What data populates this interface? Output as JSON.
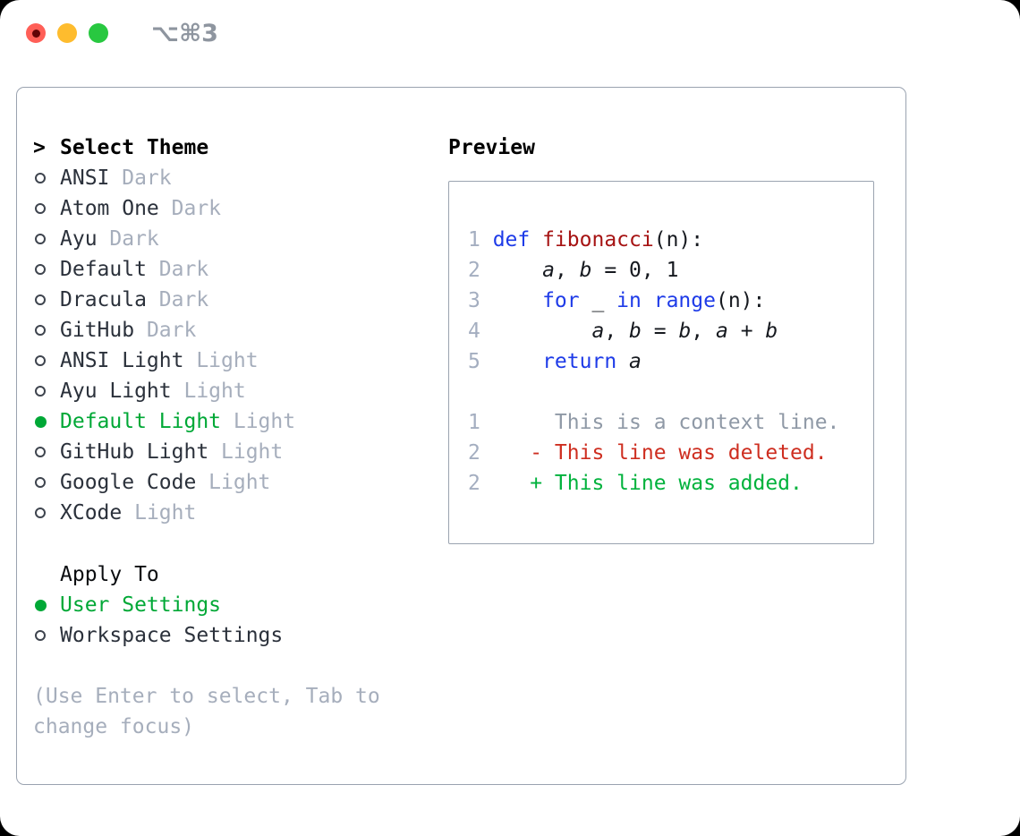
{
  "window": {
    "title": "⌥⌘3",
    "traffic_lights": {
      "close": "close",
      "minimize": "minimize",
      "zoom": "zoom",
      "close_has_dot": true
    }
  },
  "theme_picker": {
    "header_prefix": ">",
    "header": "Select Theme",
    "items": [
      {
        "name": "ANSI",
        "variant": "Dark",
        "selected": false
      },
      {
        "name": "Atom One",
        "variant": "Dark",
        "selected": false
      },
      {
        "name": "Ayu",
        "variant": "Dark",
        "selected": false
      },
      {
        "name": "Default",
        "variant": "Dark",
        "selected": false
      },
      {
        "name": "Dracula",
        "variant": "Dark",
        "selected": false
      },
      {
        "name": "GitHub",
        "variant": "Dark",
        "selected": false
      },
      {
        "name": "ANSI Light",
        "variant": "Light",
        "selected": false
      },
      {
        "name": "Ayu Light",
        "variant": "Light",
        "selected": false
      },
      {
        "name": "Default Light",
        "variant": "Light",
        "selected": true
      },
      {
        "name": "GitHub Light",
        "variant": "Light",
        "selected": false
      },
      {
        "name": "Google Code",
        "variant": "Light",
        "selected": false
      },
      {
        "name": "XCode",
        "variant": "Light",
        "selected": false
      }
    ]
  },
  "apply_to": {
    "header": "Apply To",
    "options": [
      {
        "label": "User Settings",
        "selected": true
      },
      {
        "label": "Workspace Settings",
        "selected": false
      }
    ]
  },
  "hint": "(Use Enter to select, Tab to change focus)",
  "preview": {
    "label": "Preview",
    "code_lines": [
      {
        "num": "1",
        "tokens": [
          {
            "t": "def",
            "c": "keyword"
          },
          {
            "t": " ",
            "c": "plain"
          },
          {
            "t": "fibonacci",
            "c": "function"
          },
          {
            "t": "(n):",
            "c": "plain"
          }
        ]
      },
      {
        "num": "2",
        "tokens": [
          {
            "t": "    ",
            "c": "plain"
          },
          {
            "t": "a",
            "c": "variable"
          },
          {
            "t": ", ",
            "c": "plain"
          },
          {
            "t": "b",
            "c": "variable"
          },
          {
            "t": " = 0, 1",
            "c": "plain"
          }
        ]
      },
      {
        "num": "3",
        "tokens": [
          {
            "t": "    ",
            "c": "plain"
          },
          {
            "t": "for",
            "c": "keyword"
          },
          {
            "t": " _ ",
            "c": "plain"
          },
          {
            "t": "in",
            "c": "keyword"
          },
          {
            "t": " ",
            "c": "plain"
          },
          {
            "t": "range",
            "c": "builtin"
          },
          {
            "t": "(n):",
            "c": "plain"
          }
        ]
      },
      {
        "num": "4",
        "tokens": [
          {
            "t": "        ",
            "c": "plain"
          },
          {
            "t": "a",
            "c": "variable"
          },
          {
            "t": ", ",
            "c": "plain"
          },
          {
            "t": "b",
            "c": "variable"
          },
          {
            "t": " = ",
            "c": "plain"
          },
          {
            "t": "b",
            "c": "variable"
          },
          {
            "t": ", ",
            "c": "plain"
          },
          {
            "t": "a",
            "c": "variable"
          },
          {
            "t": " + ",
            "c": "plain"
          },
          {
            "t": "b",
            "c": "variable"
          }
        ]
      },
      {
        "num": "5",
        "tokens": [
          {
            "t": "    ",
            "c": "plain"
          },
          {
            "t": "return",
            "c": "keyword"
          },
          {
            "t": " ",
            "c": "plain"
          },
          {
            "t": "a",
            "c": "variable"
          }
        ]
      },
      {
        "num": "",
        "tokens": []
      },
      {
        "num": "1",
        "tokens": [
          {
            "t": "     This is a context line.",
            "c": "context"
          }
        ]
      },
      {
        "num": "2",
        "tokens": [
          {
            "t": "   - This line was deleted.",
            "c": "deleted"
          }
        ]
      },
      {
        "num": "2",
        "tokens": [
          {
            "t": "   + This line was added.",
            "c": "added"
          }
        ]
      }
    ]
  },
  "colors": {
    "accent": "#00a836",
    "keyword": "#1e3be8",
    "builtin": "#1e3be8",
    "function": "#a61313",
    "deleted": "#ce2e20",
    "added": "#00b23c",
    "context": "#8f99a6",
    "line-number": "#a4aec0",
    "text": "#2b313b",
    "muted": "#a6aebc",
    "border": "#9aa3b0",
    "title": "#8e959f",
    "traffic-red": "#ff5f57",
    "traffic-yellow": "#febc2e",
    "traffic-green": "#28c840",
    "traffic-red-dot": "#600406"
  }
}
